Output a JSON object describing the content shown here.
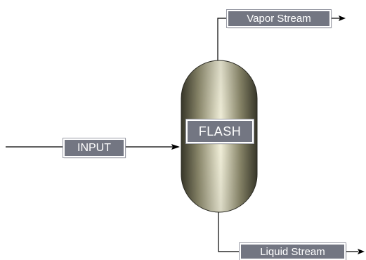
{
  "diagram": {
    "unit": {
      "label": "FLASH",
      "vessel_colors": {
        "dark": "#3e3d2e",
        "mid": "#8f8c6e",
        "light": "#f4f2dc"
      }
    },
    "streams": {
      "input": {
        "label": "INPUT"
      },
      "vapor": {
        "label": "Vapor Stream"
      },
      "liquid": {
        "label": "Liquid Stream"
      }
    },
    "colors": {
      "label_bg": "#737682",
      "label_text": "#ffffff",
      "line": "#000000"
    }
  }
}
